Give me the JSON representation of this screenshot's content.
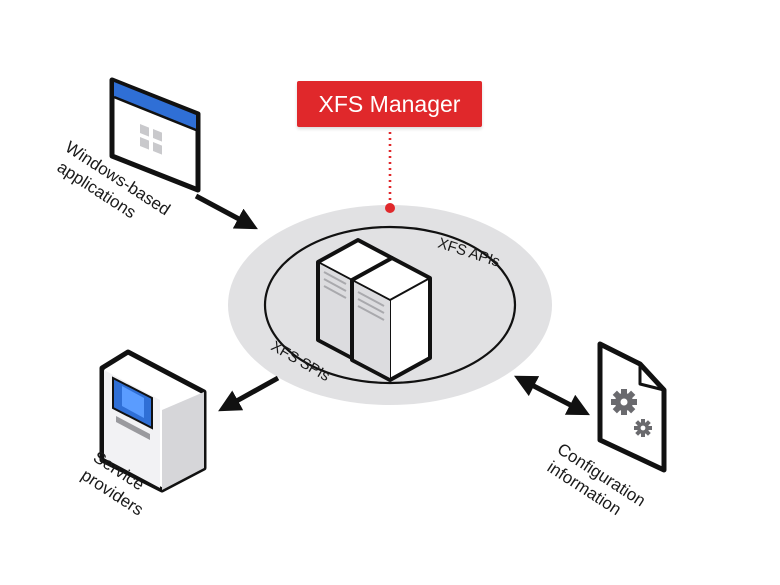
{
  "manager": {
    "title": "XFS Manager",
    "accent_color": "#e0282b"
  },
  "ring": {
    "api_label": "XFS APIs",
    "spi_label": "XFS SPIs"
  },
  "nodes": {
    "applications": {
      "line1": "Windows-based",
      "line2": "applications",
      "icon": "application-window-icon"
    },
    "service_providers": {
      "line1": "Service",
      "line2": "providers",
      "icon": "atm-machine-icon"
    },
    "configuration": {
      "line1": "Configuration",
      "line2": "information",
      "icon": "config-document-icon"
    }
  }
}
